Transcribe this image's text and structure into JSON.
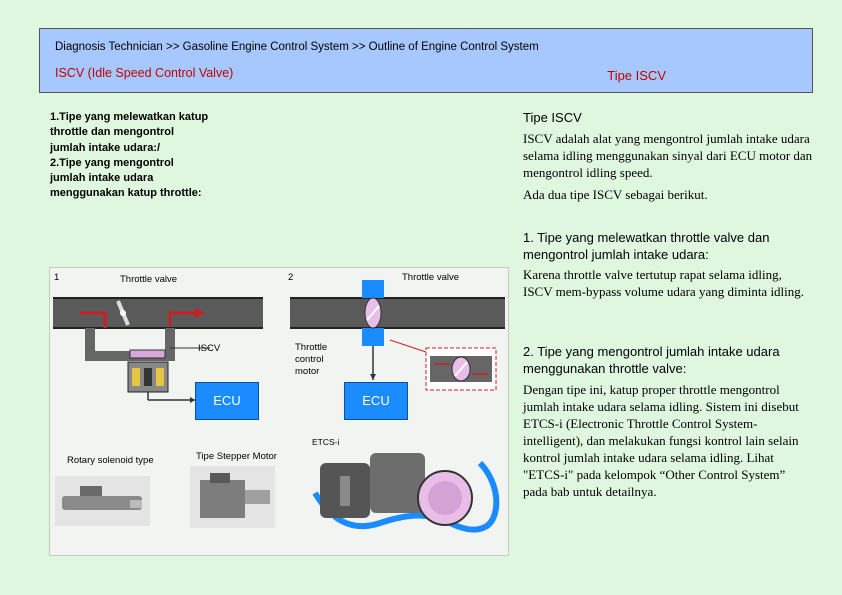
{
  "header": {
    "breadcrumb": "Diagnosis Technician >> Gasoline Engine Control System >> Outline of Engine Control System",
    "title": "ISCV (Idle Speed Control Valve)",
    "right_label": "Tipe ISCV"
  },
  "left_caption": "1.Tipe yang melewatkan katup throttle dan mengontrol jumlah intake udara:/\n2.Tipe yang mengontrol jumlah intake udara menggunakan katup throttle:",
  "diagram": {
    "num1": "1",
    "num2": "2",
    "throttle_valve_1": "Throttle valve",
    "throttle_valve_2": "Throttle valve",
    "iscv": "ISCV",
    "throttle_control_motor": "Throttle\ncontrol\nmotor",
    "ecu_1": "ECU",
    "ecu_2": "ECU",
    "etcs_i": "ETCS-i",
    "rotary_solenoid": "Rotary solenoid type",
    "stepper_motor": "Tipe Stepper Motor"
  },
  "right": {
    "title": "Tipe ISCV",
    "intro": "ISCV adalah alat yang mengontrol jumlah intake udara selama idling menggunakan sinyal dari ECU motor dan mengontrol idling speed.",
    "intro2": "Ada dua tipe ISCV sebagai berikut.",
    "h1": "1. Tipe yang melewatkan throttle valve dan mengontrol jumlah intake udara:",
    "p1": "Karena throttle valve tertutup rapat selama idling, ISCV mem-bypass volume udara yang diminta idling.",
    "h2": "2. Tipe yang mengontrol jumlah intake udara menggunakan throttle valve:",
    "p2": "Dengan tipe ini, katup proper throttle mengontrol jumlah intake udara selama idling. Sistem ini disebut ETCS-i (Electronic Throttle Control System-intelligent), dan melakukan fungsi kontrol lain selain kontrol jumlah intake udara selama idling. Lihat \"ETCS-i\" pada kelompok “Other Control System” pada bab untuk detailnya."
  },
  "colors": {
    "accent_red": "#c00000",
    "header_bg": "#a6c8ff",
    "page_bg": "#dff7df",
    "ecu_blue": "#1a8cff"
  }
}
